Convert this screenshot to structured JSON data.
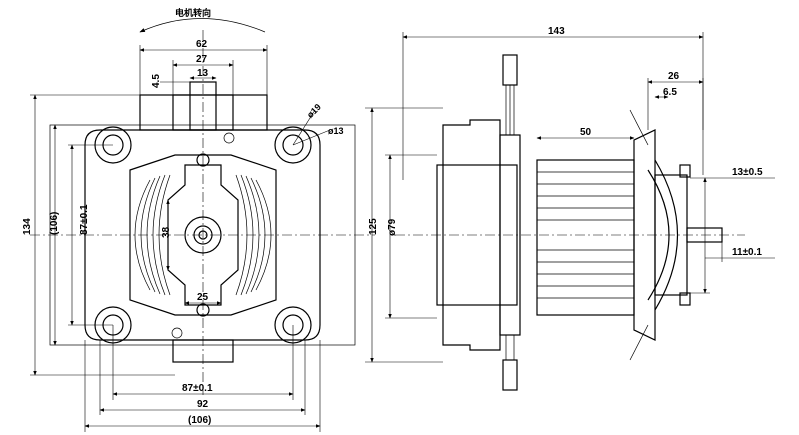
{
  "rotation_label": "电机转向",
  "front_view": {
    "dims": {
      "top_width": "62",
      "top_inner": "27",
      "shaft_flat": "13",
      "flat_depth": "4.5",
      "hole_outer": "ø19",
      "hole_inner": "ø13",
      "height_total": "134",
      "height_ref": "(106)",
      "hole_spacing_v": "87±0.1",
      "center_gap": "38",
      "bottom_slot": "25",
      "hole_spacing_h": "87±0.1",
      "body_width": "92",
      "width_ref": "(106)"
    }
  },
  "side_view": {
    "dims": {
      "total_length": "143",
      "flange_depth": "26",
      "flange_step": "6.5",
      "stack_length": "50",
      "height": "125",
      "diameter": "ø79",
      "shaft_dia": "13±0.5",
      "shaft_len": "11±0.1"
    }
  }
}
